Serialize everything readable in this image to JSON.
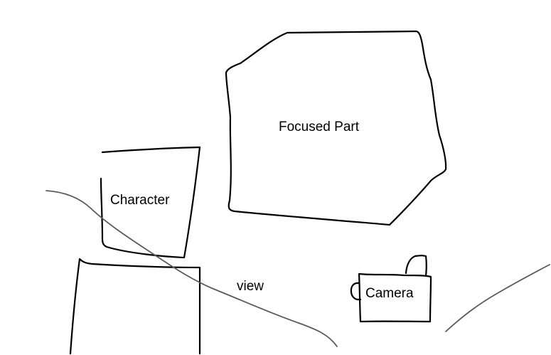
{
  "diagram": {
    "labels": {
      "focused_part": "Focused Part",
      "character": "Character",
      "view": "view",
      "camera": "Camera"
    },
    "colors": {
      "shape_stroke": "#000000",
      "view_line": "#5a5a5a",
      "background": "#ffffff"
    }
  }
}
